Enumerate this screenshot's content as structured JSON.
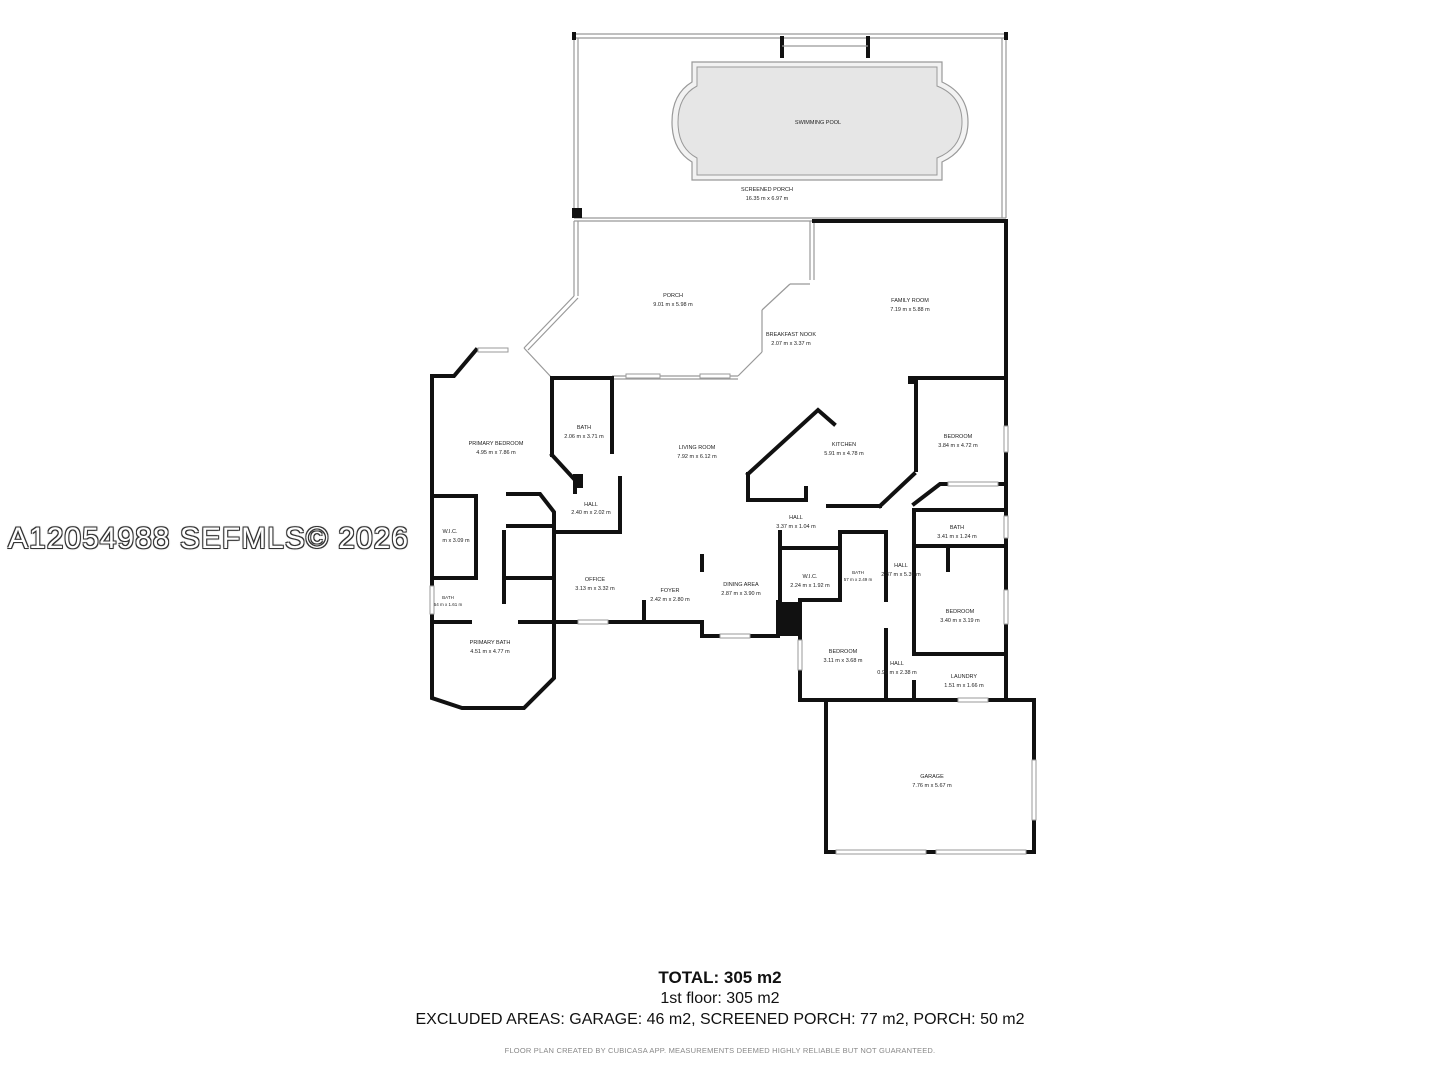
{
  "watermark": "A12054988  SEFMLS© 2026",
  "rooms": {
    "swimming_pool": {
      "name": "SWIMMING POOL"
    },
    "screened_porch": {
      "name": "SCREENED PORCH",
      "dim": "16.35 m x 6.97 m"
    },
    "porch": {
      "name": "PORCH",
      "dim": "9.01 m x 5.98 m"
    },
    "family_room": {
      "name": "FAMILY ROOM",
      "dim": "7.19 m x 5.88 m"
    },
    "breakfast_nook": {
      "name": "BREAKFAST NOOK",
      "dim": "2.07 m x 3.37 m"
    },
    "primary_bedroom": {
      "name": "PRIMARY BEDROOM",
      "dim": "4.95 m x 7.86 m"
    },
    "bath_1": {
      "name": "BATH",
      "dim": "2.06 m x 3.71 m"
    },
    "living_room": {
      "name": "LIVING ROOM",
      "dim": "7.92 m x 6.12 m"
    },
    "kitchen": {
      "name": "KITCHEN",
      "dim": "5.91 m x 4.78 m"
    },
    "bedroom_1": {
      "name": "BEDROOM",
      "dim": "3.84 m x 4.72 m"
    },
    "hall_1": {
      "name": "HALL",
      "dim": "2.40 m x 2.02 m"
    },
    "wic_1": {
      "name": "W.I.C.",
      "dim": "m x 3.09 m"
    },
    "hall_2": {
      "name": "HALL",
      "dim": "3.37 m x 1.04 m"
    },
    "bath_2": {
      "name": "BATH",
      "dim": "3.41 m x 1.24 m"
    },
    "office": {
      "name": "OFFICE",
      "dim": "3.13 m x 3.32 m"
    },
    "foyer": {
      "name": "FOYER",
      "dim": "2.42 m x 2.80 m"
    },
    "dining_area": {
      "name": "DINING AREA",
      "dim": "2.87 m x 3.90 m"
    },
    "wic_2": {
      "name": "W.I.C.",
      "dim": "2.24 m x 1.92 m"
    },
    "bath_3": {
      "name": "BATH",
      "dim": "57 m x 2.49 m"
    },
    "hall_3": {
      "name": "HALL",
      "dim": "2.37 m x 5.39 m"
    },
    "bath_4": {
      "name": "BATH",
      "dim": "54 m x 1.61 m"
    },
    "bedroom_2": {
      "name": "BEDROOM",
      "dim": "3.40 m x 3.19 m"
    },
    "primary_bath": {
      "name": "PRIMARY BATH",
      "dim": "4.51 m x 4.77 m"
    },
    "bedroom_3": {
      "name": "BEDROOM",
      "dim": "3.11 m x 3.68 m"
    },
    "hall_4": {
      "name": "HALL",
      "dim": "0.99 m x 2.38 m"
    },
    "laundry": {
      "name": "LAUNDRY",
      "dim": "1.51 m x 1.66 m"
    },
    "garage": {
      "name": "GARAGE",
      "dim": "7.76 m x 5.67 m"
    }
  },
  "summary": {
    "total": "TOTAL: 305 m2",
    "floor": "1st floor: 305 m2",
    "excluded": "EXCLUDED AREAS: GARAGE: 46 m2, SCREENED PORCH: 77 m2, PORCH: 50 m2",
    "disclaimer": "FLOOR PLAN CREATED BY CUBICASA APP. MEASUREMENTS DEEMED HIGHLY RELIABLE BUT NOT GUARANTEED."
  }
}
